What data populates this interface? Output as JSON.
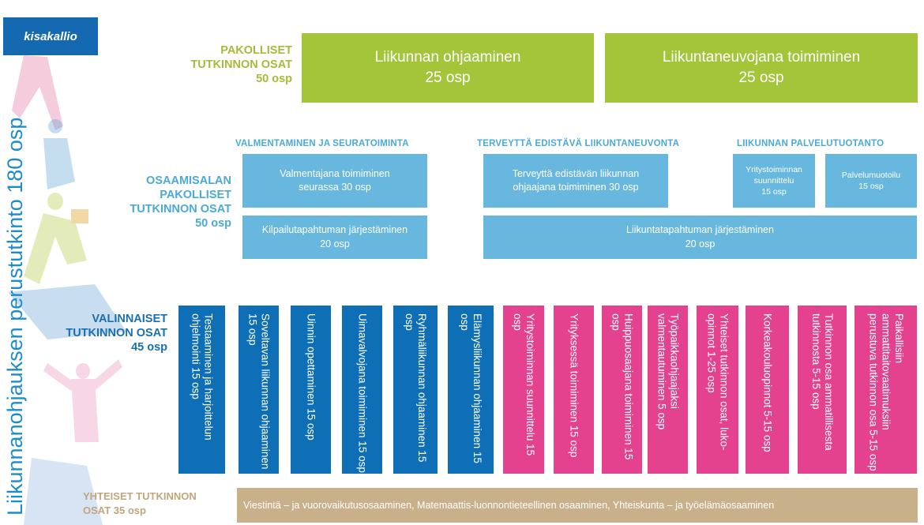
{
  "logo": {
    "text": "kisakallio",
    "color": "#1569b0"
  },
  "side_title": "Liikunnanohjauksen perustutkinto 180 osp",
  "sections": {
    "pakolliset": {
      "line1": "PAKOLLISET",
      "line2": "TUTKINNON OSAT",
      "osp": "50 osp",
      "color": "#a9b93a"
    },
    "osaamisala": {
      "line1": "OSAAMISALAN",
      "line2": "PAKOLLISET",
      "line3": "TUTKINNON OSAT",
      "osp": "50 osp",
      "color": "#4aaad7"
    },
    "valinnaiset": {
      "line1": "VALINNAISET",
      "line2": "TUTKINNON OSAT",
      "osp": "45 osp",
      "color": "#1a6fb0"
    },
    "yhteiset": {
      "line1": "YHTEISET TUTKINNON",
      "line2": "OSAT 35 osp",
      "color": "#c2a57a"
    }
  },
  "mandatory": [
    {
      "title": "Liikunnan ohjaaminen",
      "osp": "25 osp"
    },
    {
      "title": "Liikuntaneuvojana toimiminen",
      "osp": "25 osp"
    }
  ],
  "categories": {
    "valmentaminen": "VALMENTAMINEN JA SEURATOIMINTA",
    "terveytta": "TERVEYTTÄ  EDISTÄVÄ LIIKUNTANEUVONTA",
    "palvelu": "LIIKUNNAN PALVELUTUOTANTO"
  },
  "field_boxes": {
    "valmentajana": {
      "l1": "Valmentajana toimiminen",
      "l2": "seurassa 30 osp"
    },
    "terveytta": {
      "l1": "Terveyttä edistävän liikunnan",
      "l2": "ohjaajana toimiminen 30 osp"
    },
    "yritys": {
      "l1": "Yritystoiminnan",
      "l2": "suunnittelu",
      "l3": "15 osp"
    },
    "palvelumuotoilu": {
      "l1": "Palvelumuotoilu",
      "l2": "15 osp"
    },
    "kilpailu": {
      "l1": "Kilpailutapahtuman järjestäminen",
      "l2": "20 osp"
    },
    "liikuntatapahtuma": {
      "l1": "Liikuntatapahtuman järjestäminen",
      "l2": "20 osp"
    }
  },
  "elective_blue": [
    {
      "text": "Testaaminen ja harjoittelun ohjelmointi 15 osp"
    },
    {
      "text": "Soveltavan liikunnan ohjaaminen 15 osp"
    },
    {
      "text": "Uinnin opettaminen 15 osp"
    },
    {
      "text": "Uimavalvojana toimiminen 15 osp"
    },
    {
      "text": "Ryhmäliikunnan ohjaaminen 15 osp"
    },
    {
      "text": "Elämysliikunnan ohjaaminen 15 osp"
    }
  ],
  "elective_pink": [
    {
      "text": "Yritystoiminnan suunnittelu 15 osp"
    },
    {
      "text": "Yrityksessä toimiminen 15 osp"
    },
    {
      "text": "Huippuosaajana toimiminen 15 osp"
    },
    {
      "text": "Työpaikkaohjaajaksi valmentautuminen 5 osp"
    },
    {
      "text": "Yhteiset tutkinnon osat, luko-opinnot 1-25 osp"
    },
    {
      "text": "Korkeakouluopinnot 5-15 osp"
    },
    {
      "text": "Tutkinnon osa ammatillisesta tutkinnosta 5-15 osp"
    },
    {
      "text": "Paikallisiin ammattitaitovaatimuksiin perustuva tutkinnon osa 5-15 osp"
    }
  ],
  "common_bar": "Viestintä – ja vuorovaikutusosaaminen, Matemaattis-luonnontieteellinen osaaminen, Yhteiskunta – ja työelämäosaaminen",
  "colors": {
    "green": "#a4c53a",
    "light_blue": "#68b7de",
    "dark_blue": "#0e6fb7",
    "pink": "#e4418f",
    "tan": "#c8b08a"
  }
}
